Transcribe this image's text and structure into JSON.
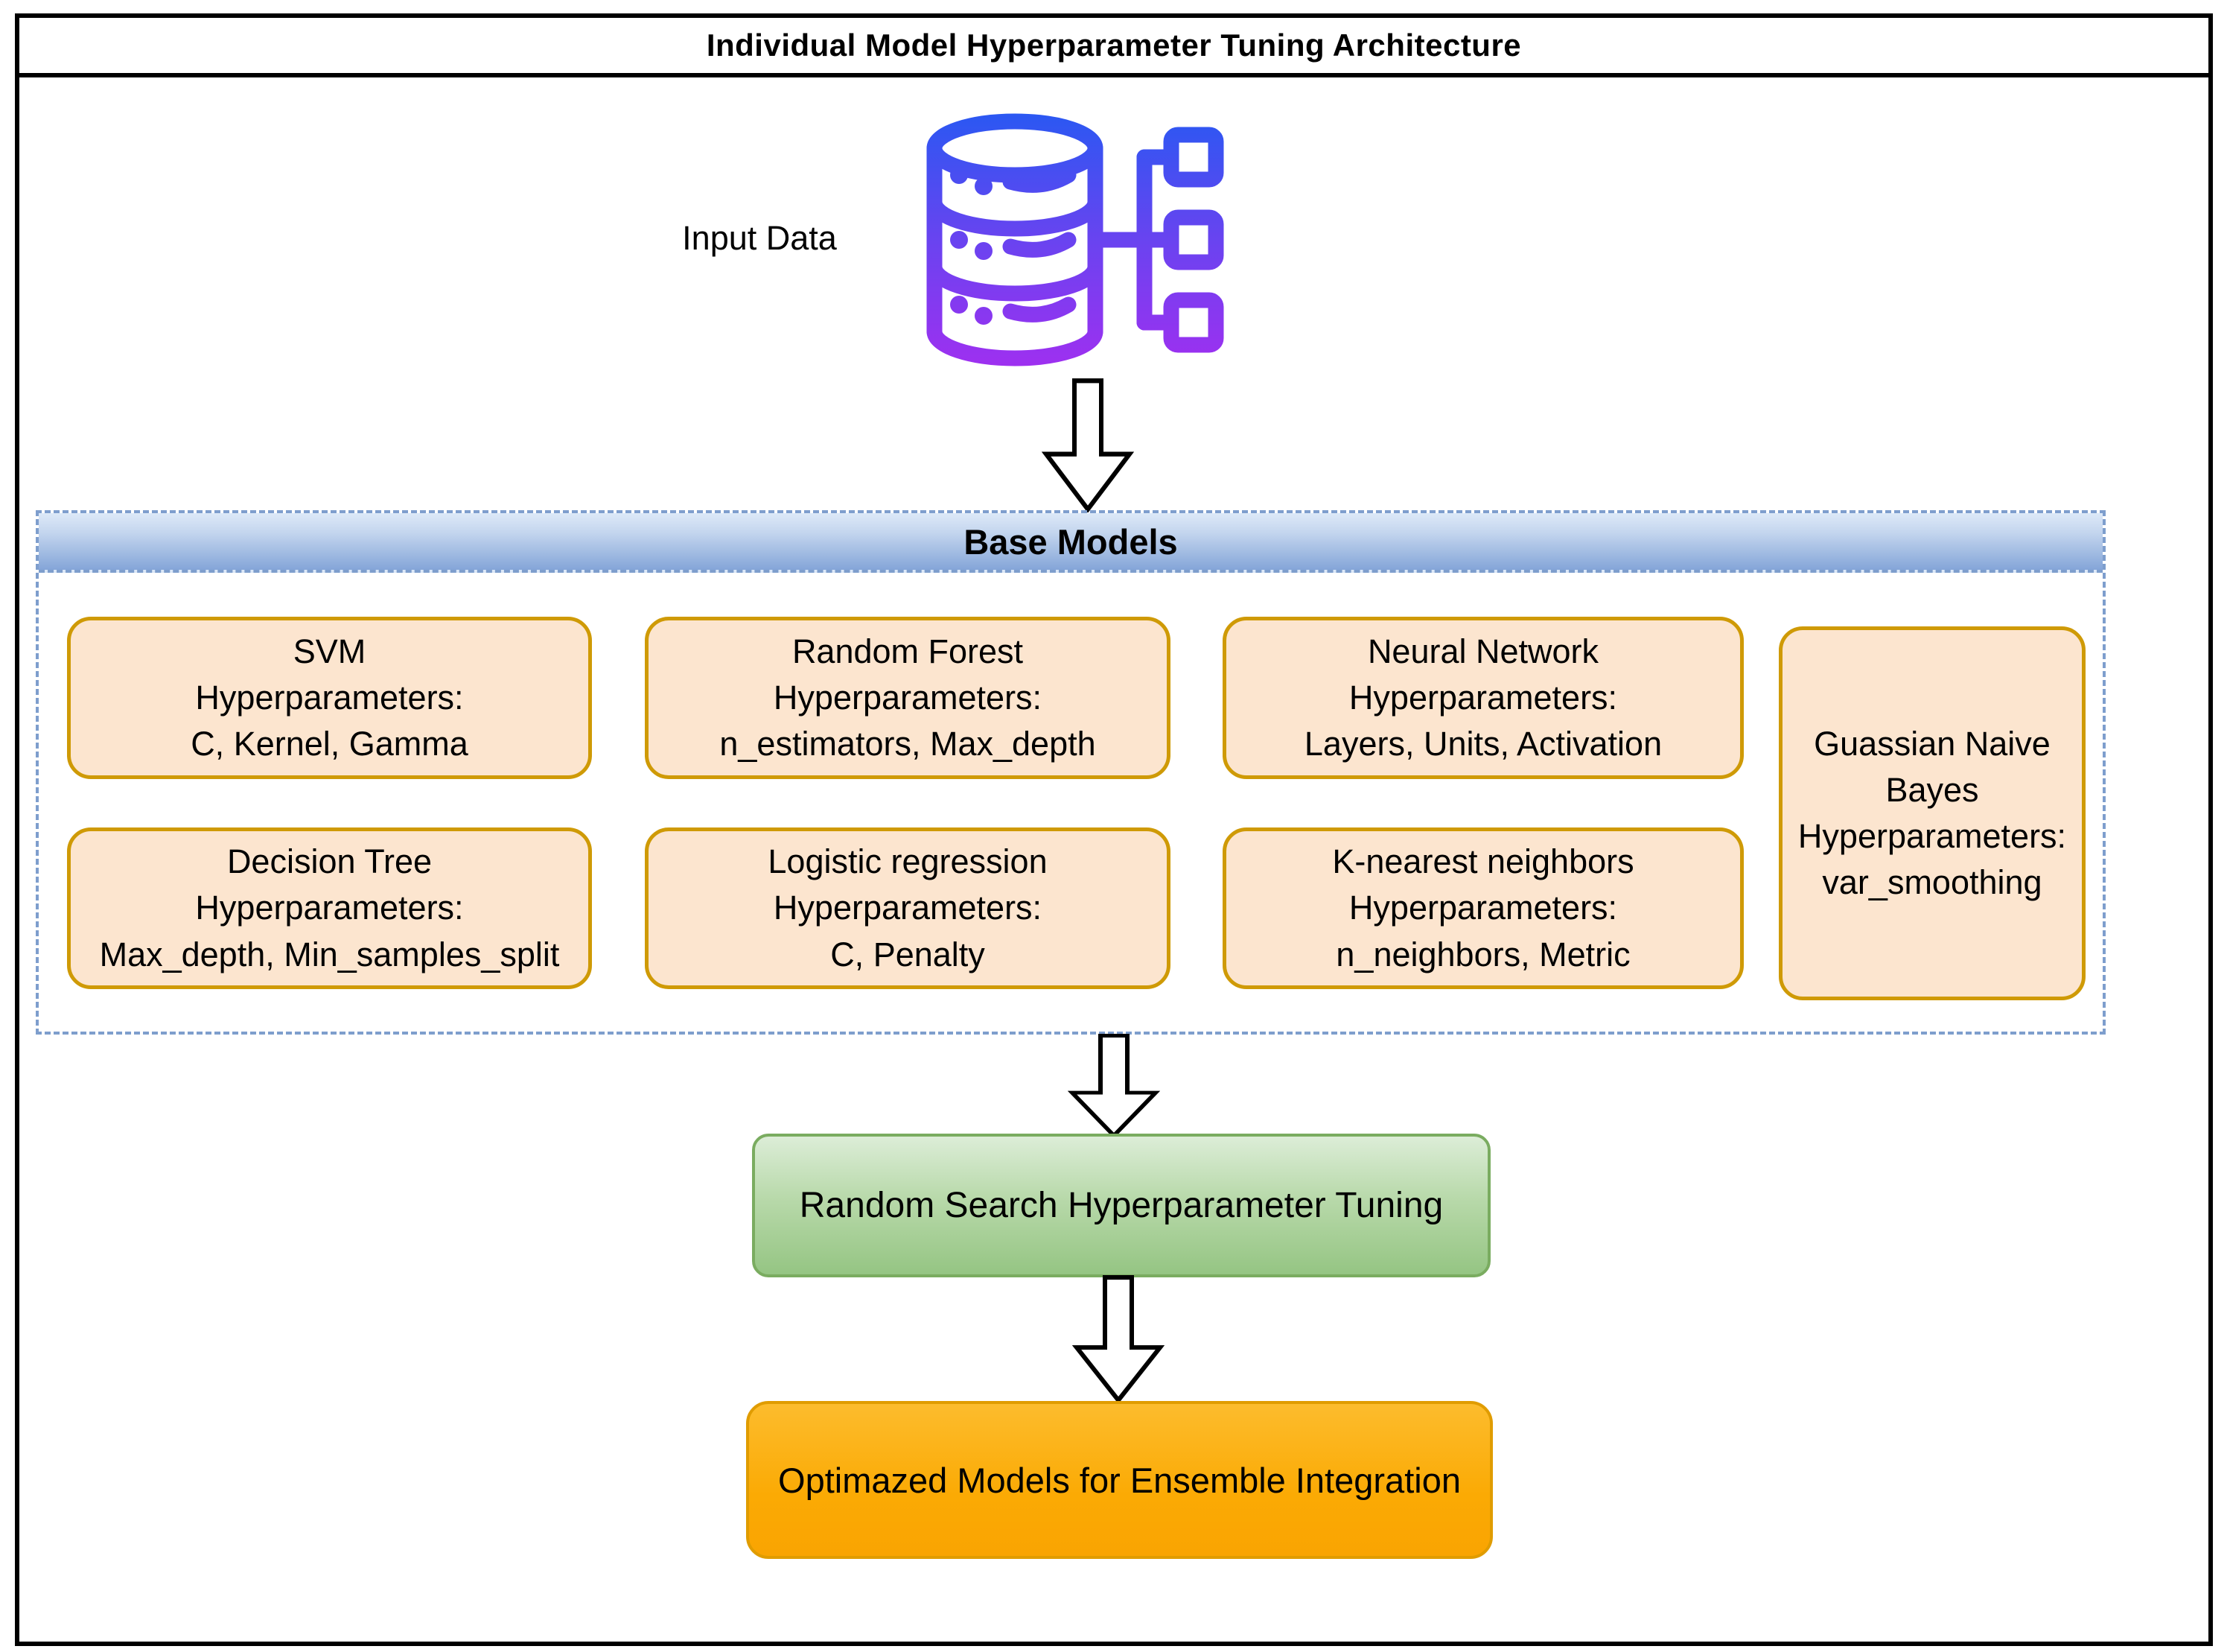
{
  "window": {
    "title": "Individual Model Hyperparameter Tuning Architecture"
  },
  "input_data": {
    "label": "Input Data",
    "icon": "database-icon"
  },
  "base_models": {
    "header": "Base Models",
    "models": [
      {
        "id": "svm",
        "lines": [
          "SVM",
          "Hyperparameters:",
          "C, Kernel, Gamma"
        ]
      },
      {
        "id": "random-forest",
        "lines": [
          "Random Forest",
          "Hyperparameters:",
          "n_estimators, Max_depth"
        ]
      },
      {
        "id": "neural-network",
        "lines": [
          "Neural Network",
          "Hyperparameters:",
          "Layers, Units, Activation"
        ]
      },
      {
        "id": "gaussian-naive-bayes",
        "lines": [
          "Guassian Naive Bayes",
          "Hyperparameters:",
          "var_smoothing"
        ]
      },
      {
        "id": "decision-tree",
        "lines": [
          "Decision Tree",
          "Hyperparameters:",
          "Max_depth, Min_samples_split"
        ]
      },
      {
        "id": "logistic-regression",
        "lines": [
          "Logistic regression",
          "Hyperparameters:",
          "C, Penalty"
        ]
      },
      {
        "id": "k-nearest-neighbors",
        "lines": [
          "K-nearest neighbors",
          "Hyperparameters:",
          "n_neighbors, Metric"
        ]
      }
    ]
  },
  "tuning_step": {
    "label": "Random Search Hyperparameter Tuning"
  },
  "output_step": {
    "label": "Optimazed Models for Ensemble Integration"
  },
  "colors": {
    "frame_border": "#000000",
    "dashed_border": "#7e9ecd",
    "header_gradient_top": "#dde9f8",
    "header_gradient_bottom": "#84a5d8",
    "model_box_fill": "#fce5cf",
    "model_box_border": "#cf9a06",
    "tuning_gradient_top": "#dcedd7",
    "tuning_gradient_bottom": "#95c583",
    "tuning_border": "#7aac60",
    "output_gradient_top": "#fcbc2d",
    "output_gradient_bottom": "#f9a402",
    "output_border": "#e09c00",
    "icon_gradient_top": "#2a58f2",
    "icon_gradient_bottom": "#a62df0"
  }
}
